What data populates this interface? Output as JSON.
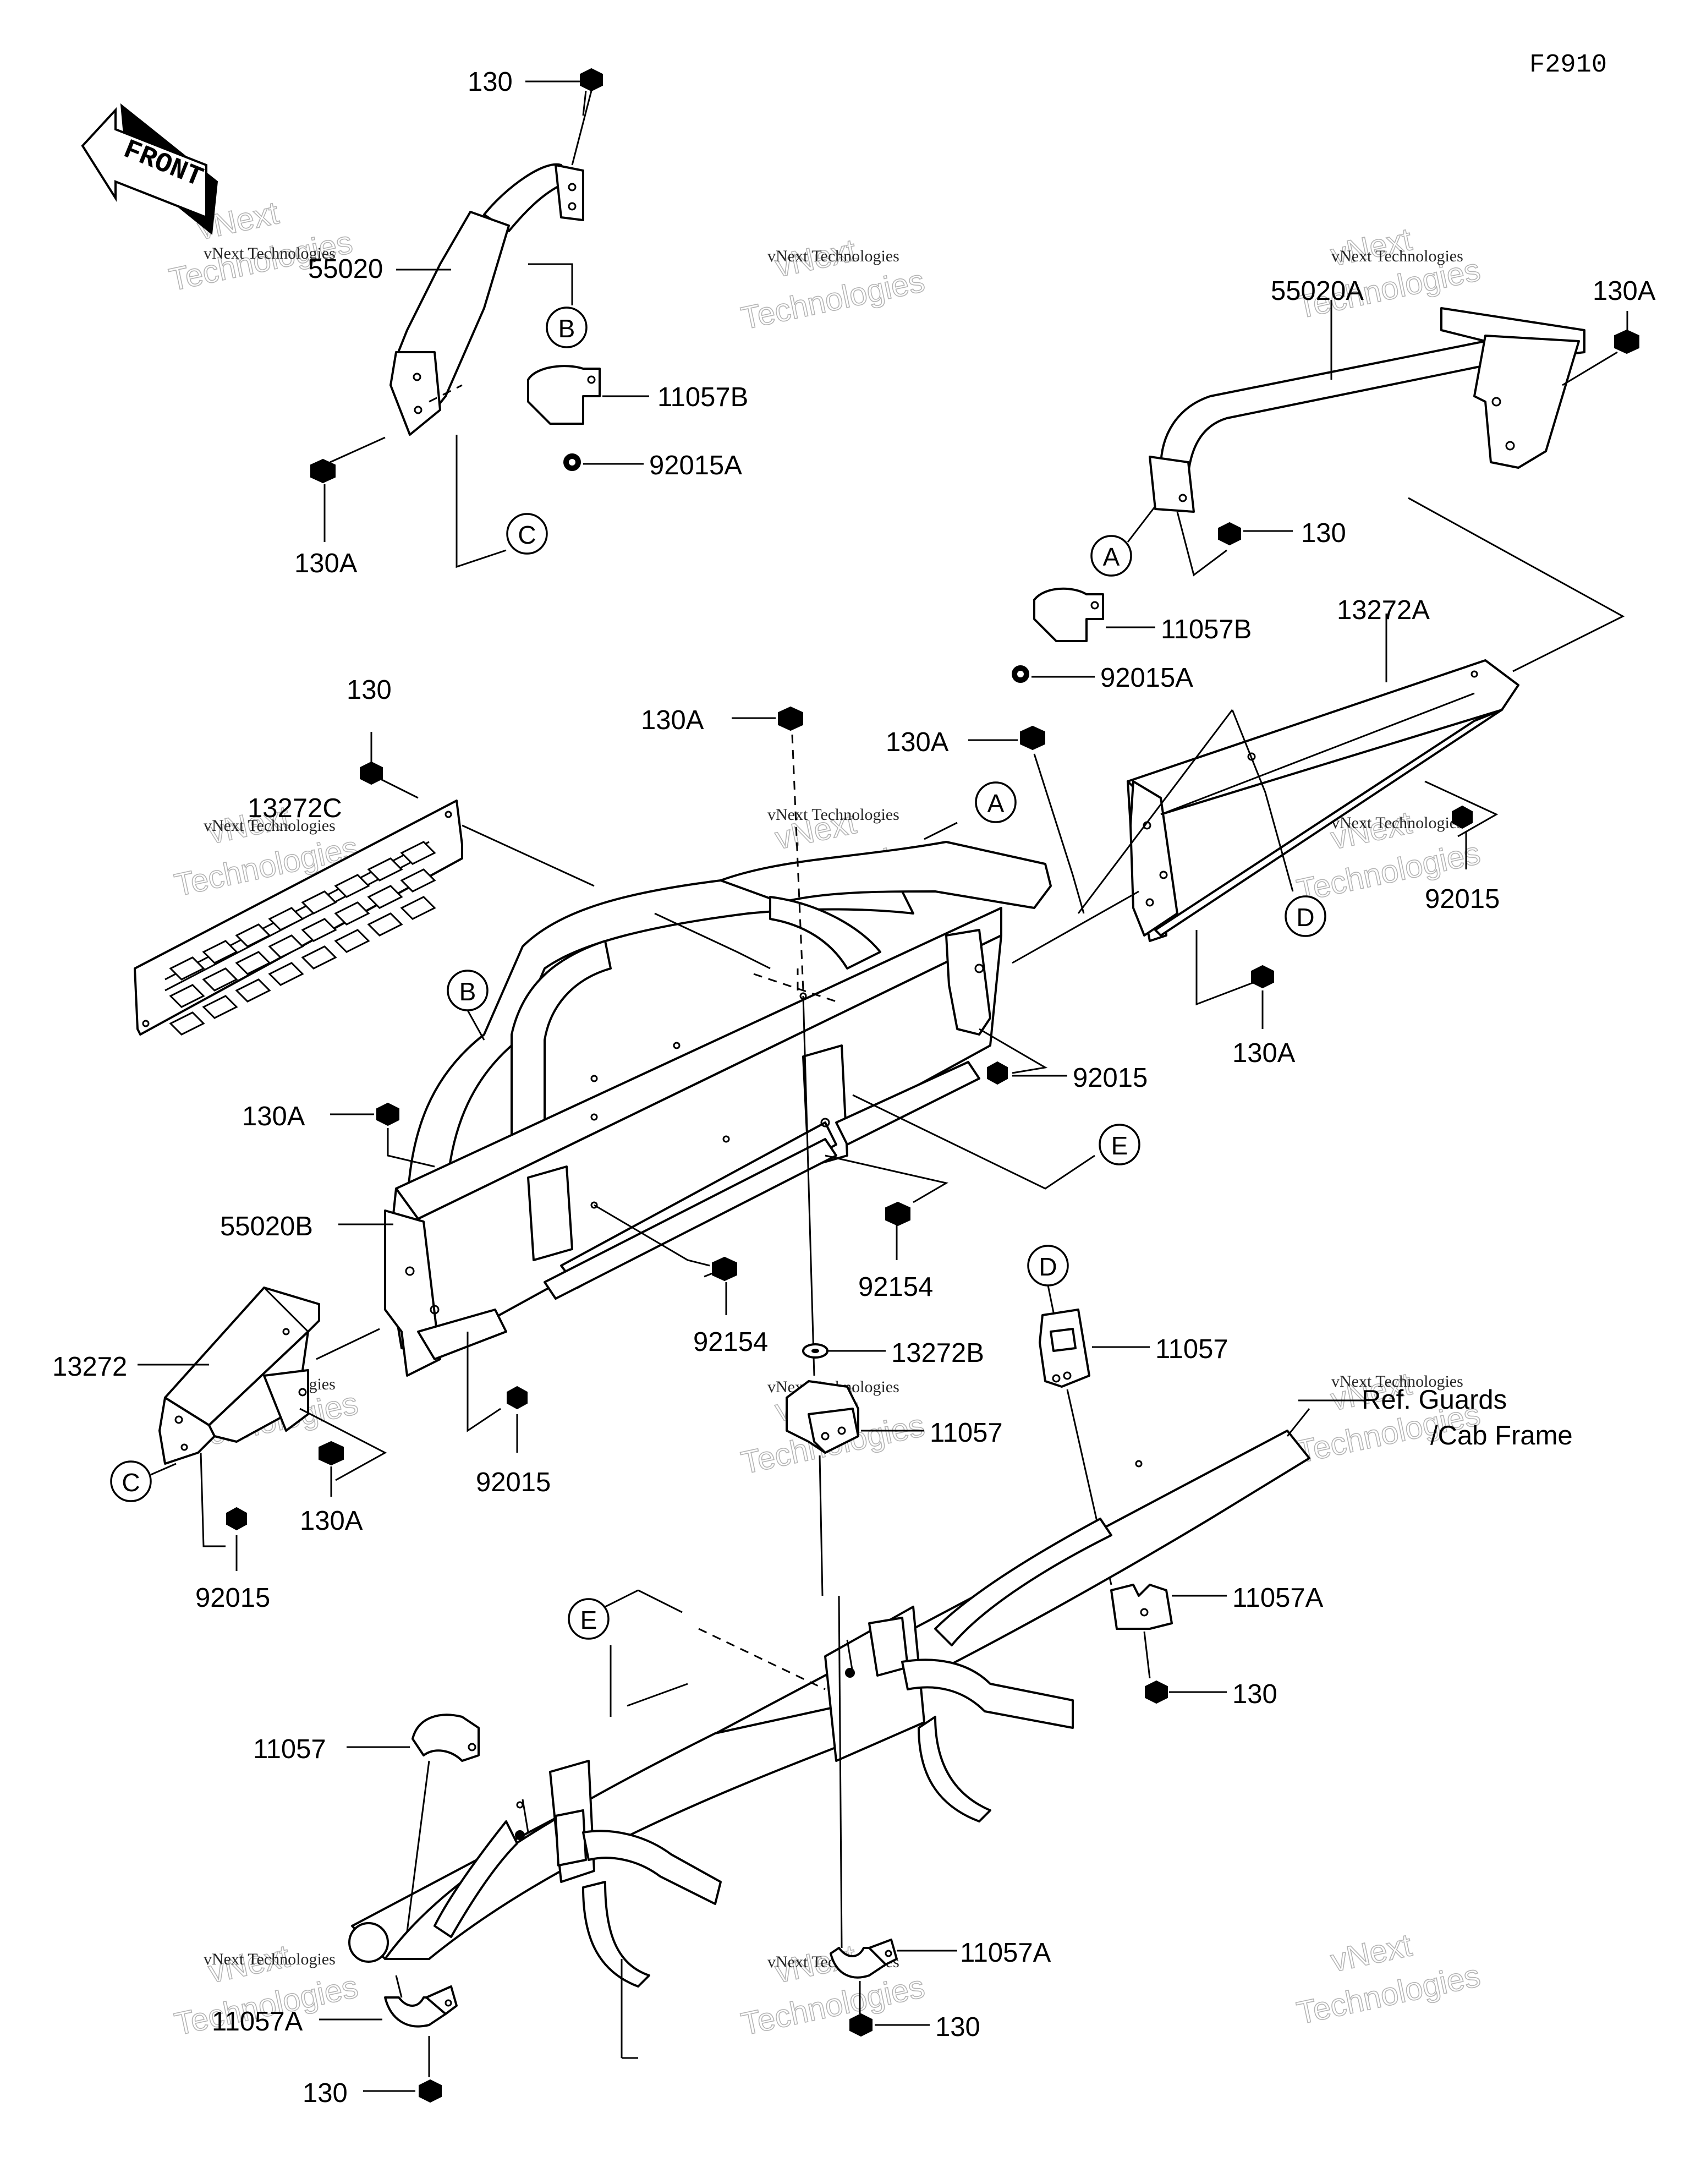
{
  "figure_code": "F2910",
  "front_label": "FRONT",
  "watermark": {
    "line1": "vNext Technologies",
    "line2": "Technologies",
    "line3": "vNext"
  },
  "reference_note": {
    "line1": "Ref. Guards",
    "line2": "/Cab Frame"
  },
  "refs": [
    "A",
    "B",
    "C",
    "D",
    "E"
  ],
  "part_labels": {
    "p130_top": "130",
    "p55020": "55020",
    "p11057B_left": "11057B",
    "p92015A_left": "92015A",
    "p130A_left": "130A",
    "p55020A": "55020A",
    "p130A_topright": "130A",
    "p130_right": "130",
    "p11057B_right": "11057B",
    "p92015A_right": "92015A",
    "p13272A": "13272A",
    "p130_midleft": "130",
    "p13272C": "13272C",
    "p130A_center1": "130A",
    "p130A_center2": "130A",
    "p92015_right": "92015",
    "p130A_right2": "130A",
    "p92015_center": "92015",
    "p130A_leftmid": "130A",
    "p55020B": "55020B",
    "p92154_a": "92154",
    "p92154_b": "92154",
    "p13272B": "13272B",
    "p11057_d": "11057",
    "p13272": "13272",
    "p11057_center": "11057",
    "p92015_lower": "92015",
    "p92015_bottomleft": "92015",
    "p130A_bottomleft": "130A",
    "p11057A_right": "11057A",
    "p130_lowerright": "130",
    "p11057_left": "11057",
    "p11057A_bottomleft": "11057A",
    "p130_bottomleft": "130",
    "p11057A_bottomcenter": "11057A",
    "p130_bottomcenter": "130"
  }
}
